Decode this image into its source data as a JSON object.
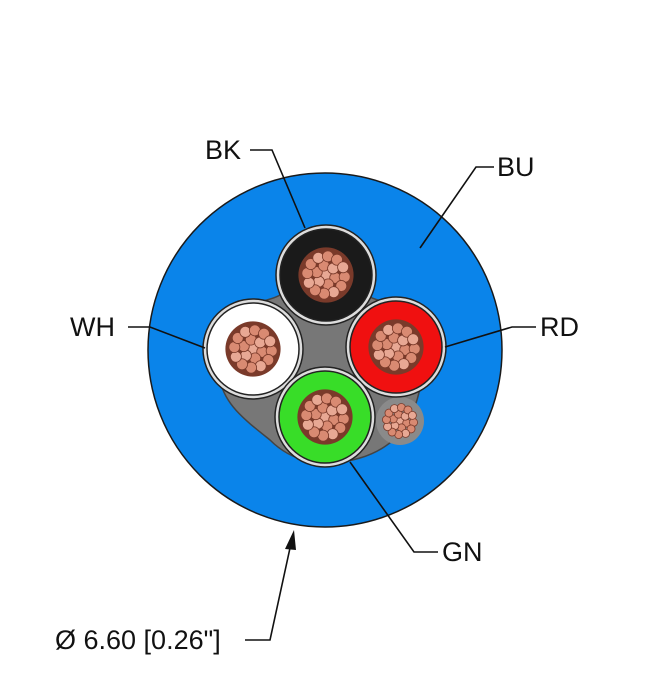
{
  "diagram": {
    "labels": {
      "bk": "BK",
      "bu": "BU",
      "wh": "WH",
      "rd": "RD",
      "gn": "GN",
      "diameter": "Ø 6.60 [0.26\"]"
    },
    "colors": {
      "jacket": "#0a84ea",
      "filler": "#777777",
      "black_core": "#1a1a1a",
      "white_core": "#ffffff",
      "red_core": "#f01010",
      "green_core": "#38dd28",
      "copper": "#d98a72",
      "copper_dark": "#7a3a2a",
      "leader": "#111111"
    }
  }
}
